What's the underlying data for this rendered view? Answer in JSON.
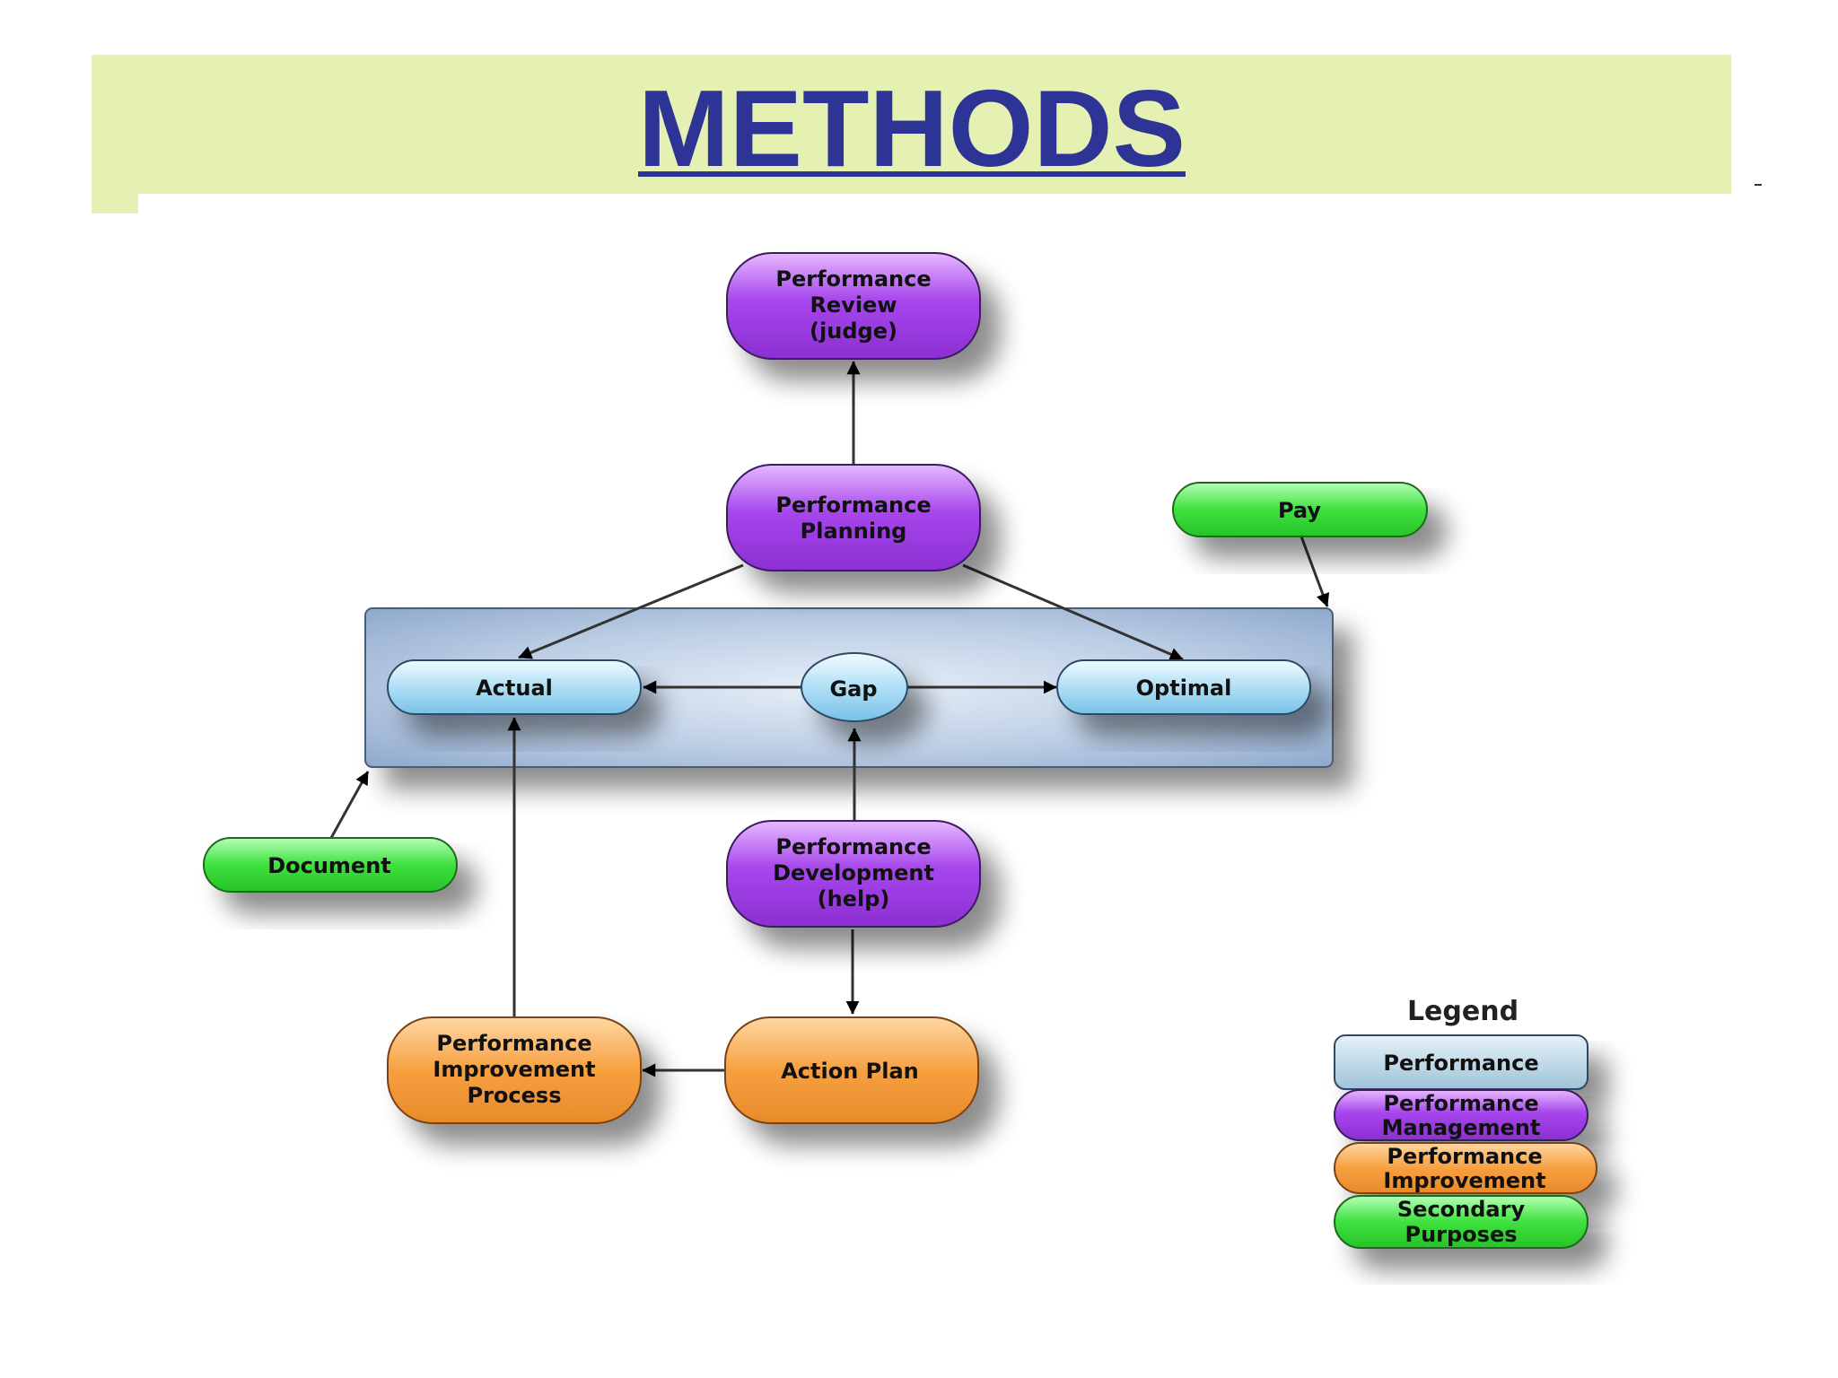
{
  "title": "METHODS",
  "nodes": {
    "review": [
      "Performance",
      "Review",
      "(judge)"
    ],
    "planning": [
      "Performance",
      "Planning"
    ],
    "pay": [
      "Pay"
    ],
    "actual": [
      "Actual"
    ],
    "gap": [
      "Gap"
    ],
    "optimal": [
      "Optimal"
    ],
    "document": [
      "Document"
    ],
    "development": [
      "Performance",
      "Development",
      "(help)"
    ],
    "improvement_process": [
      "Performance",
      "Improvement",
      "Process"
    ],
    "action_plan": [
      "Action Plan"
    ]
  },
  "legend": {
    "title": "Legend",
    "items": [
      {
        "lines": [
          "Performance"
        ],
        "color": "#bcd9e8"
      },
      {
        "lines": [
          "Performance",
          "Management"
        ],
        "color": "#a646ec"
      },
      {
        "lines": [
          "Performance",
          "Improvement"
        ],
        "color": "#f7a040"
      },
      {
        "lines": [
          "Secondary",
          "Purposes"
        ],
        "color": "#3ee03e"
      }
    ]
  },
  "colors": {
    "title_text": "#2e3496",
    "title_band": "#e4f1b2",
    "performance": "#bcd9e8",
    "management": "#a646ec",
    "improvement": "#f7a040",
    "secondary": "#3ee03e"
  }
}
